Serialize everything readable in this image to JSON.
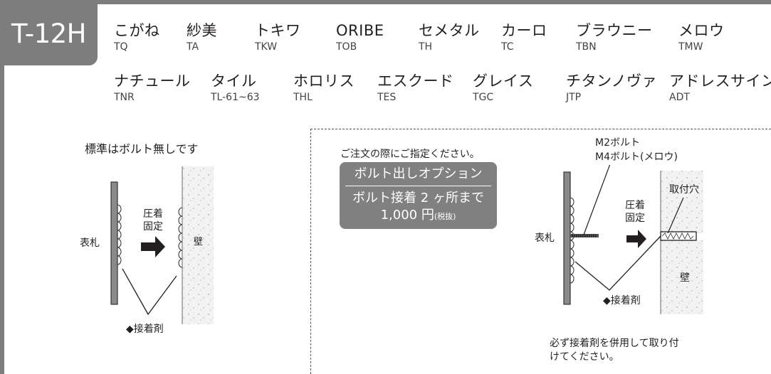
{
  "model_code": "T-12H",
  "colors": [
    {
      "name": "こがね",
      "code": "TQ"
    },
    {
      "name": "紗美",
      "code": "TA"
    },
    {
      "name": "トキワ",
      "code": "TKW"
    },
    {
      "name": "ORIBE",
      "code": "TOB"
    },
    {
      "name": "セメタル",
      "code": "TH"
    },
    {
      "name": "カーロ",
      "code": "TC"
    },
    {
      "name": "ブラウニー",
      "code": "TBN"
    },
    {
      "name": "メロウ",
      "code": "TMW"
    },
    {
      "name": "ナチュール",
      "code": "TNR"
    },
    {
      "name": "タイル",
      "code": "TL-61~63"
    },
    {
      "name": "ホロリス",
      "code": "THL"
    },
    {
      "name": "エスクード",
      "code": "TES"
    },
    {
      "name": "グレイス",
      "code": "TGC"
    },
    {
      "name": "チタンノヴァ",
      "code": "JTP"
    },
    {
      "name": "アドレスサイン",
      "code": "ADT"
    }
  ],
  "standard": {
    "note": "標準はボルト無しです",
    "plate_label": "表札",
    "press_label_1": "圧着",
    "press_label_2": "固定",
    "wall_label": "壁",
    "adhesive_label": "◆接着剤"
  },
  "option": {
    "order_note": "ご注文の際にご指定ください。",
    "title": "ボルト出しオプション",
    "line1": "ボルト接着 2 ヶ所まで",
    "price": "1,000 円",
    "tax_note": "(税抜)",
    "bolt_label_1": "M2ボルト",
    "bolt_label_2": "M4ボルト(メロウ)",
    "hole_label": "取付穴",
    "press_label_1": "圧着",
    "press_label_2": "固定",
    "plate_label": "表札",
    "wall_label": "壁",
    "adhesive_label": "◆接着剤",
    "footnote_1": "必ず接着剤を併用して取り付",
    "footnote_2": "けてください。"
  },
  "colors_hex": {
    "frame": "#7d7d7d",
    "option_box": "#808080",
    "text": "#231f20"
  }
}
